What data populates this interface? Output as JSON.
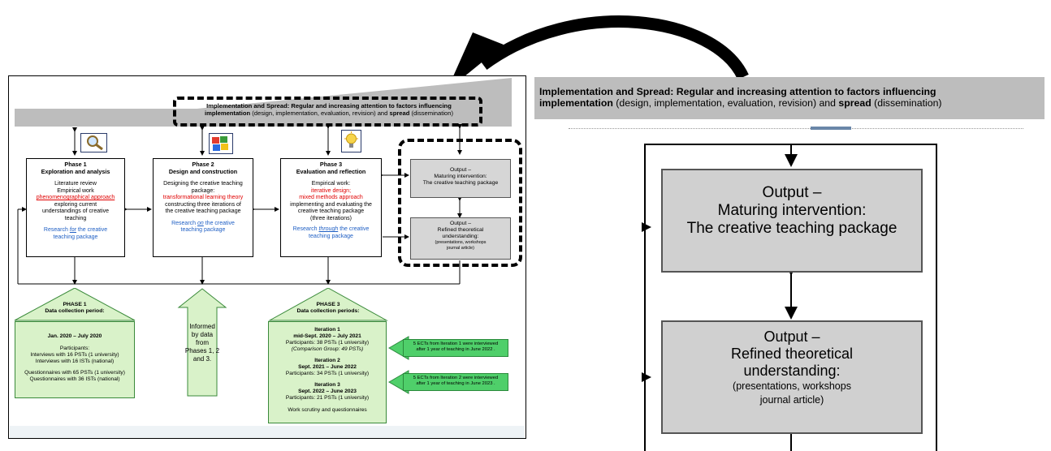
{
  "banner": {
    "text_a": "Implementation and Spread: Regular and increasing attention to factors influencing",
    "text_b_bold": "implementation",
    "text_b_mid": " (design, implementation, evaluation, revision) and ",
    "text_b_bold2": "spread",
    "text_b_end": " (dissemination)"
  },
  "phase1": {
    "title1": "Phase 1",
    "title2": "Exploration and analysis",
    "l1": "Literature review",
    "l2": "Empirical work",
    "l3_red": "phenomenographical approach",
    "l4": "exploring current",
    "l5": "understandings of creative",
    "l6": "teaching",
    "r1a": "Research ",
    "r1b": "for",
    "r1c": " the creative",
    "r2": "teaching package"
  },
  "phase2": {
    "title1": "Phase 2",
    "title2": "Design and construction",
    "l1": "Designing the creative teaching",
    "l2": "package:",
    "l3_red": "transformational learning theory",
    "l4": "constructing three iterations of",
    "l5": "the creative teaching package",
    "r1a": "Research ",
    "r1b": "on",
    "r1c": " the creative",
    "r2": "teaching package"
  },
  "phase3": {
    "title1": "Phase 3",
    "title2": "Evaluation and reflection",
    "l1": "Empirical work:",
    "l2_red": "iterative design;",
    "l3_red": "mixed methods approach",
    "l4": "implementing and evaluating the",
    "l5": "creative teaching package",
    "l6": "(three iterations)",
    "r1a": "Research ",
    "r1b": "through",
    "r1c": " the creative",
    "r2": "teaching package"
  },
  "small_output1": {
    "l1": "Output –",
    "l2": "Maturing intervention:",
    "l3": "The creative teaching package"
  },
  "small_output2": {
    "l1": "Output –",
    "l2": "Refined theoretical",
    "l3": "understanding:",
    "l4": "(presentations, workshops",
    "l5": "journal article)"
  },
  "phase1_data": {
    "arrow1": "PHASE 1",
    "arrow2": "Data collection period:",
    "period": "Jan. 2020 – July 2020",
    "p1": "Participants:",
    "p2": "Interviews with 16 PSTs (1 university)",
    "p3": "Interviews with 16 ISTs (national)",
    "p4": "Questionnaires with 65 PSTs (1 university)",
    "p5": "Questionnaires with 36 ISTs (national)"
  },
  "informed": {
    "l1": "Informed",
    "l2": "by data",
    "l3": "from",
    "l4": "Phases 1, 2",
    "l5": "and 3."
  },
  "phase3_data": {
    "arrow1": "PHASE 3",
    "arrow2": "Data collection periods:",
    "it1": "Iteration 1",
    "it1_dates": "mid-Sept. 2020 – July 2021",
    "it1_p": "Participants: 38 PSTs (1 university)",
    "it1_c": "(Comparison Group: 49 PSTs)",
    "it2": "Iteration 2",
    "it2_dates": "Sept. 2021 – June 2022",
    "it2_p": "Participants: 34 PSTs (1 university)",
    "it3": "Iteration 3",
    "it3_dates": "Sept. 2022 – June 2023",
    "it3_p": "Participants: 21 PSTs (1 university)",
    "footer": "Work scrutiny and questionnaires"
  },
  "ect1": {
    "l1": "5 ECTs from Iteration 1 were interviewed",
    "l2": "after 1 year of teaching in June 2022 ."
  },
  "ect2": {
    "l1": "5 ECTs from Iteration 2 were interviewed",
    "l2": "after 1 year of teaching in June 2023 ."
  },
  "zoom_output1": {
    "l1": "Output –",
    "l2": "Maturing intervention:",
    "l3": "The creative teaching package"
  },
  "zoom_output2": {
    "l1": "Output –",
    "l2": "Refined theoretical",
    "l3": "understanding:",
    "l4": "(presentations, workshops",
    "l5": "journal article)"
  },
  "icons": [
    "magnifier-icon",
    "puzzle-globe-icon",
    "lightbulb-icon"
  ]
}
